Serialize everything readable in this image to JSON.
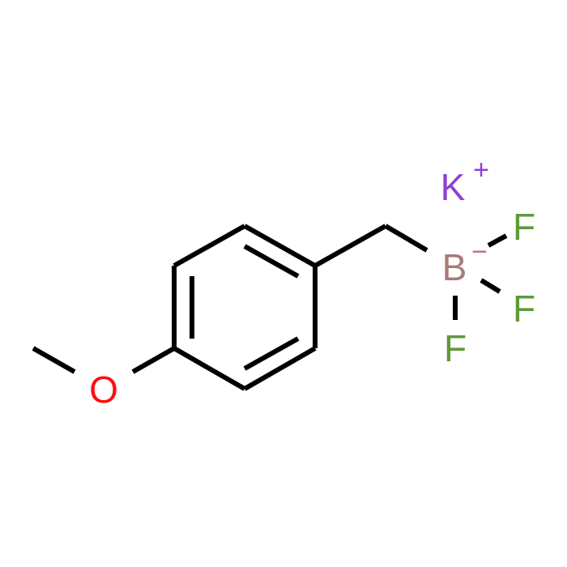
{
  "atoms": {
    "oxygen": {
      "label": "O",
      "color": "#ff0d0d"
    },
    "boron": {
      "label": "B",
      "charge": "−",
      "color": "#a87a78"
    },
    "potassium": {
      "label": "K",
      "charge": "+",
      "color": "#8f40d4"
    },
    "fluorine_1": {
      "label": "F",
      "color": "#5f9a38"
    },
    "fluorine_2": {
      "label": "F",
      "color": "#5f9a38"
    },
    "fluorine_3": {
      "label": "F",
      "color": "#5f9a38"
    }
  },
  "colors": {
    "bond": "#000000",
    "background": "#ffffff"
  }
}
